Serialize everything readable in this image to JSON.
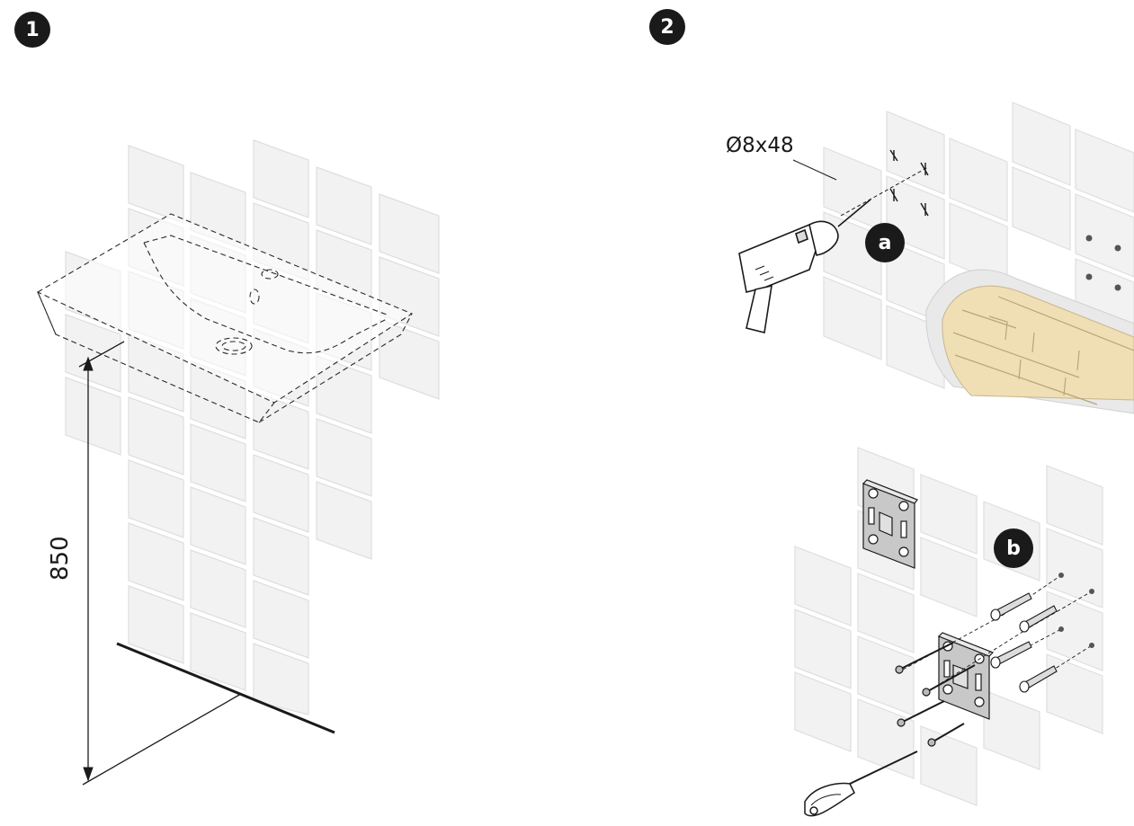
{
  "steps": [
    {
      "number": "1"
    },
    {
      "number": "2"
    }
  ],
  "step1": {
    "height_label": "850"
  },
  "step2": {
    "drill_label": "Ø8x48",
    "sub_a": "a",
    "sub_b": "b"
  },
  "colors": {
    "ink": "#1a1a1a",
    "tile": "#f2f2f2",
    "brick": "#f0deb4"
  },
  "icons": [
    "drill-icon",
    "screwdriver-icon",
    "wall-bracket-icon",
    "wall-plug-icon",
    "screw-icon"
  ]
}
